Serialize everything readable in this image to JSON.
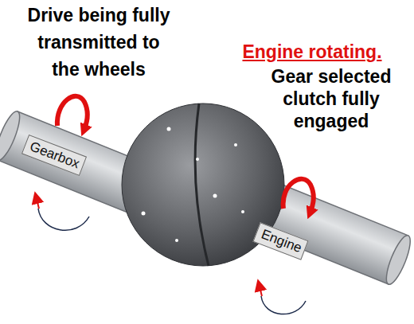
{
  "diagram": {
    "nodes": [
      {
        "text": [
          "Gearbox"
        ]
      },
      {
        "text": [
          "Engine"
        ]
      }
    ],
    "labels": [
      "Drive being fully transmitted to the wheels",
      "Engine rotating.",
      "Gear selected clutch fully engaged"
    ]
  }
}
